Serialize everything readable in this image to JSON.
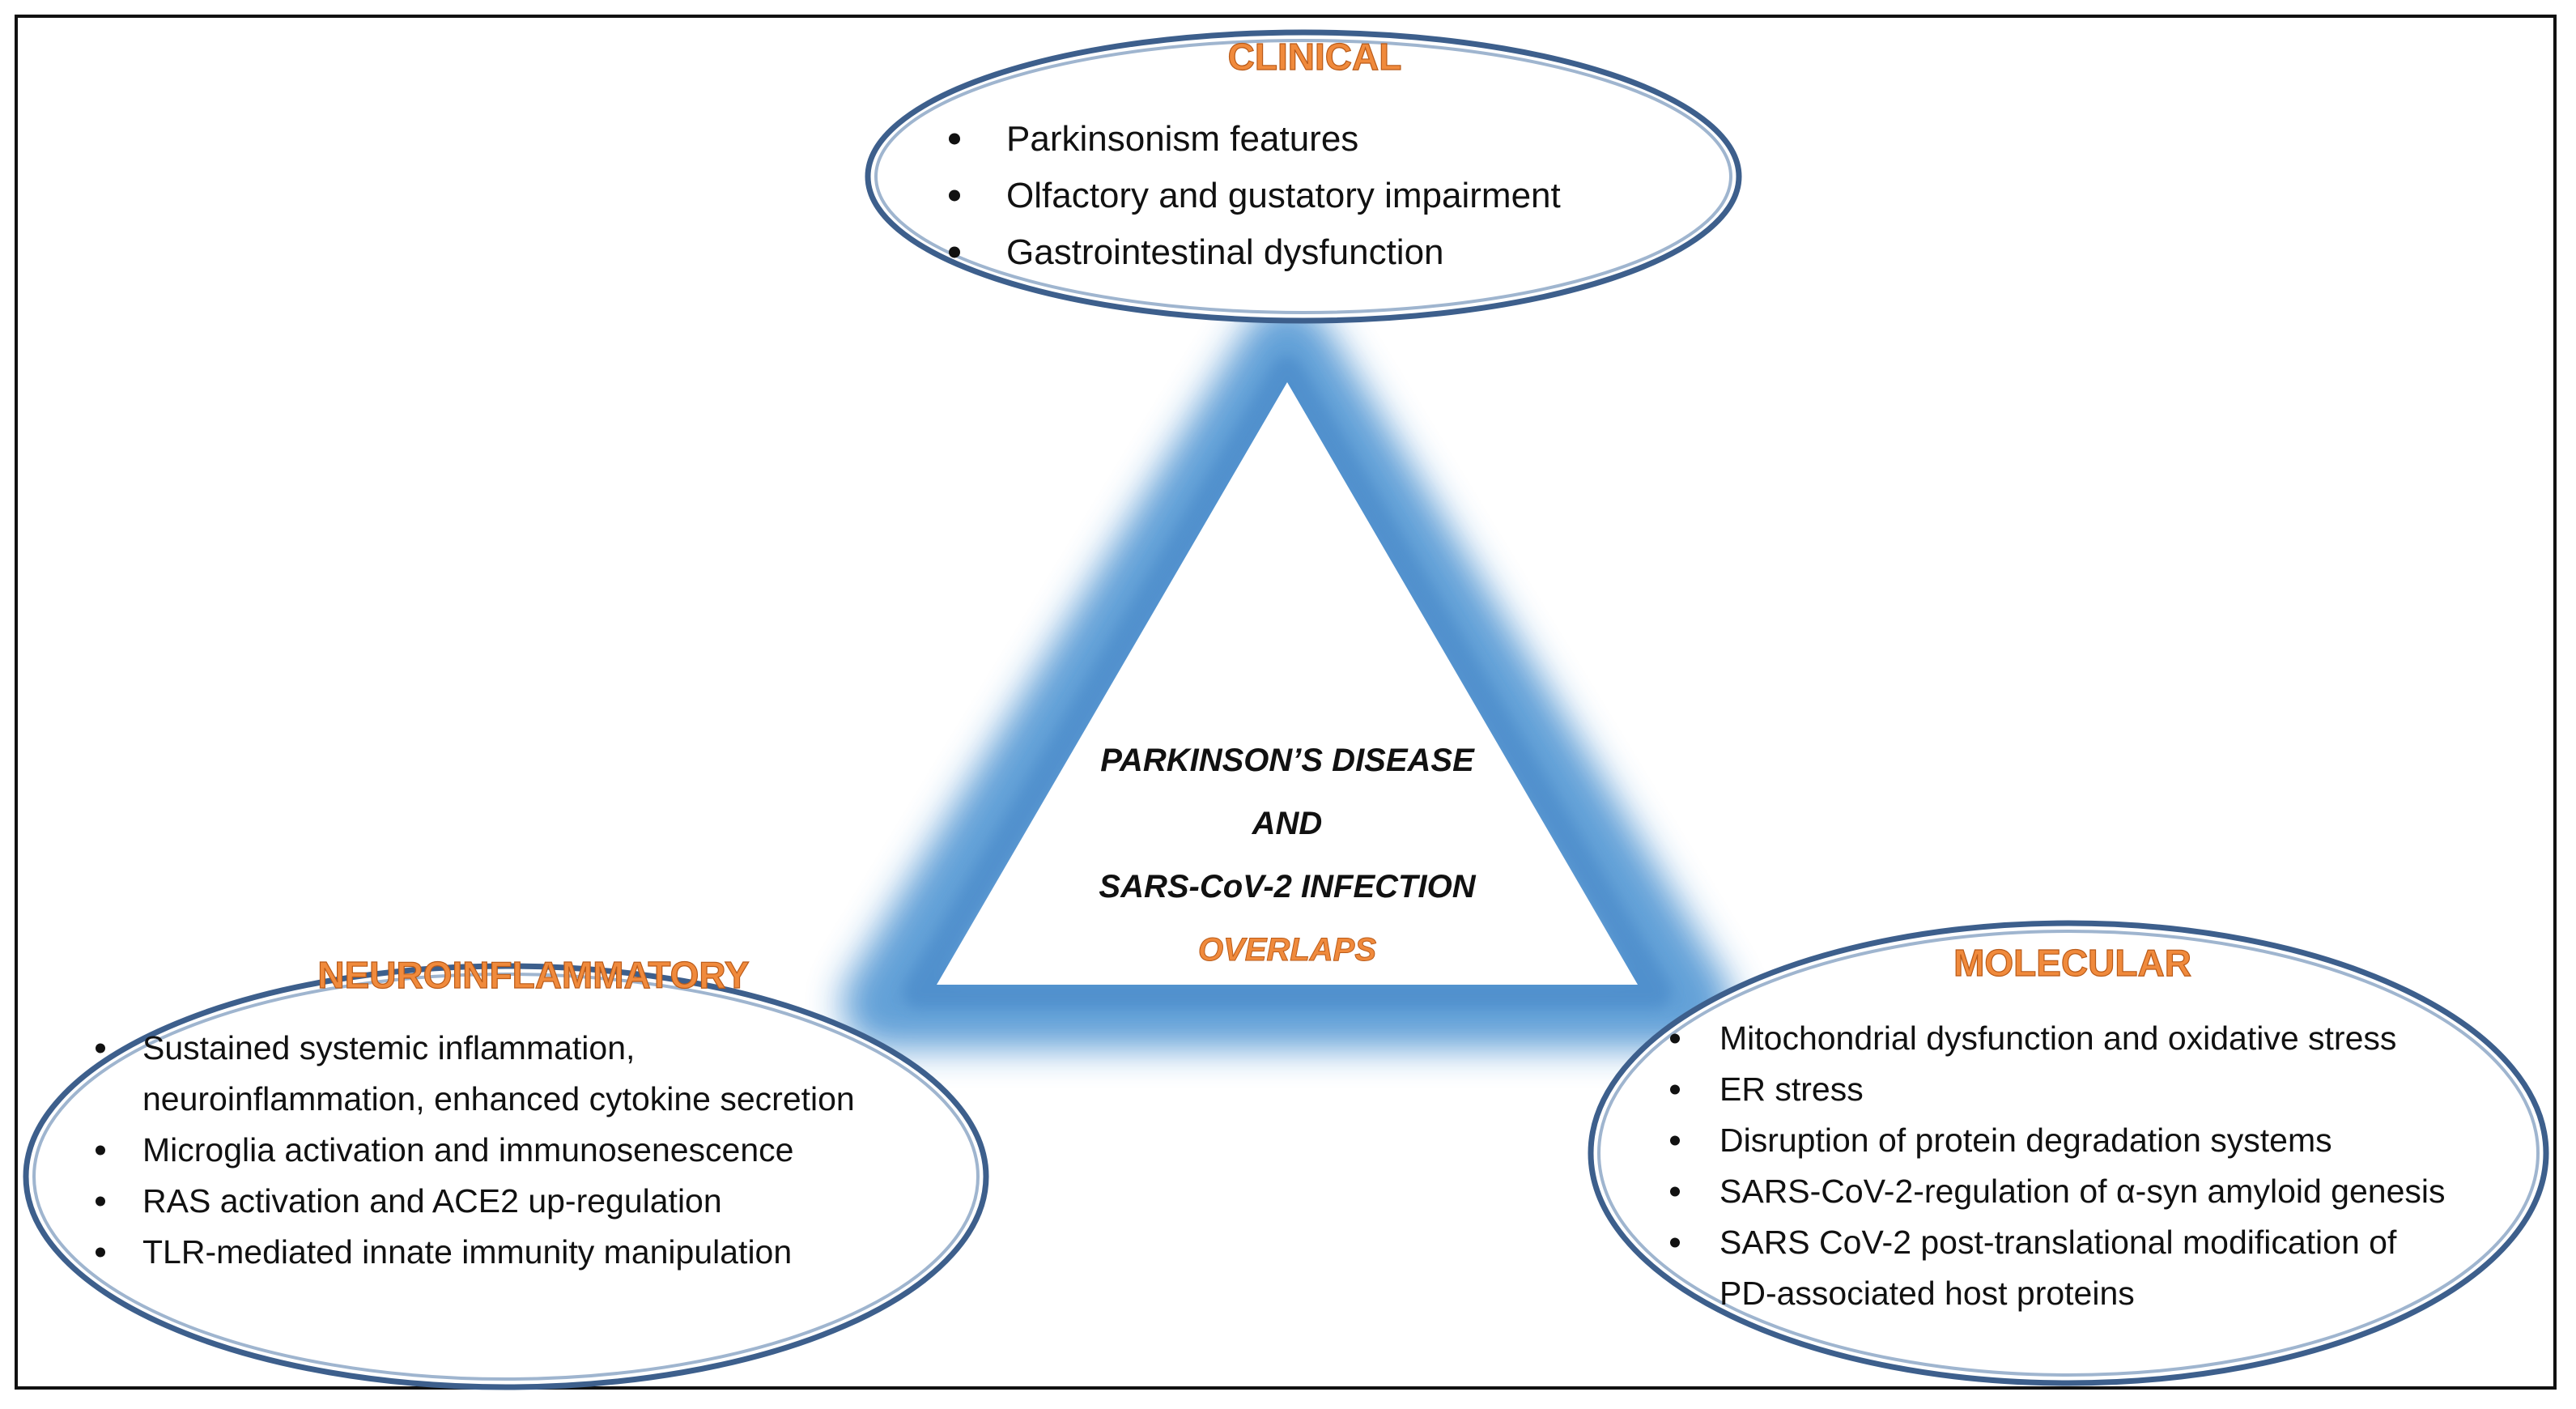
{
  "center": {
    "line1": "PARKINSON’S DISEASE",
    "line2": "AND",
    "line3": "SARS-CoV-2 INFECTION",
    "line4": "OVERLAPS"
  },
  "clinical": {
    "title": "CLINICAL",
    "items": [
      "Parkinsonism features",
      "Olfactory and gustatory impairment",
      "Gastrointestinal dysfunction"
    ]
  },
  "neuroinflammatory": {
    "title": "NEUROINFLAMMATORY",
    "items": [
      {
        "lines": [
          "Sustained systemic inflammation,",
          "neuroinflammation, enhanced cytokine secretion"
        ]
      },
      {
        "lines": [
          "Microglia activation and immunosenescence"
        ]
      },
      {
        "lines": [
          "RAS activation and ACE2 up-regulation"
        ]
      },
      {
        "lines": [
          "TLR-mediated innate immunity manipulation"
        ]
      }
    ]
  },
  "molecular": {
    "title": "MOLECULAR",
    "items": [
      {
        "lines": [
          "Mitochondrial dysfunction and oxidative stress"
        ]
      },
      {
        "lines": [
          "ER stress"
        ]
      },
      {
        "lines": [
          "Disruption of protein degradation systems"
        ]
      },
      {
        "lines": [
          "SARS-CoV-2-regulation of α-syn amyloid genesis"
        ]
      },
      {
        "lines": [
          "SARS CoV-2 post-translational modification of",
          "PD-associated host proteins"
        ]
      }
    ]
  },
  "colors": {
    "ellipse_stroke": "#3d5f8c",
    "ellipse_inner": "#9fb5cf",
    "triangle_glow": "#5a9bd5",
    "title_orange": "#f08a3c",
    "text": "#111111"
  }
}
